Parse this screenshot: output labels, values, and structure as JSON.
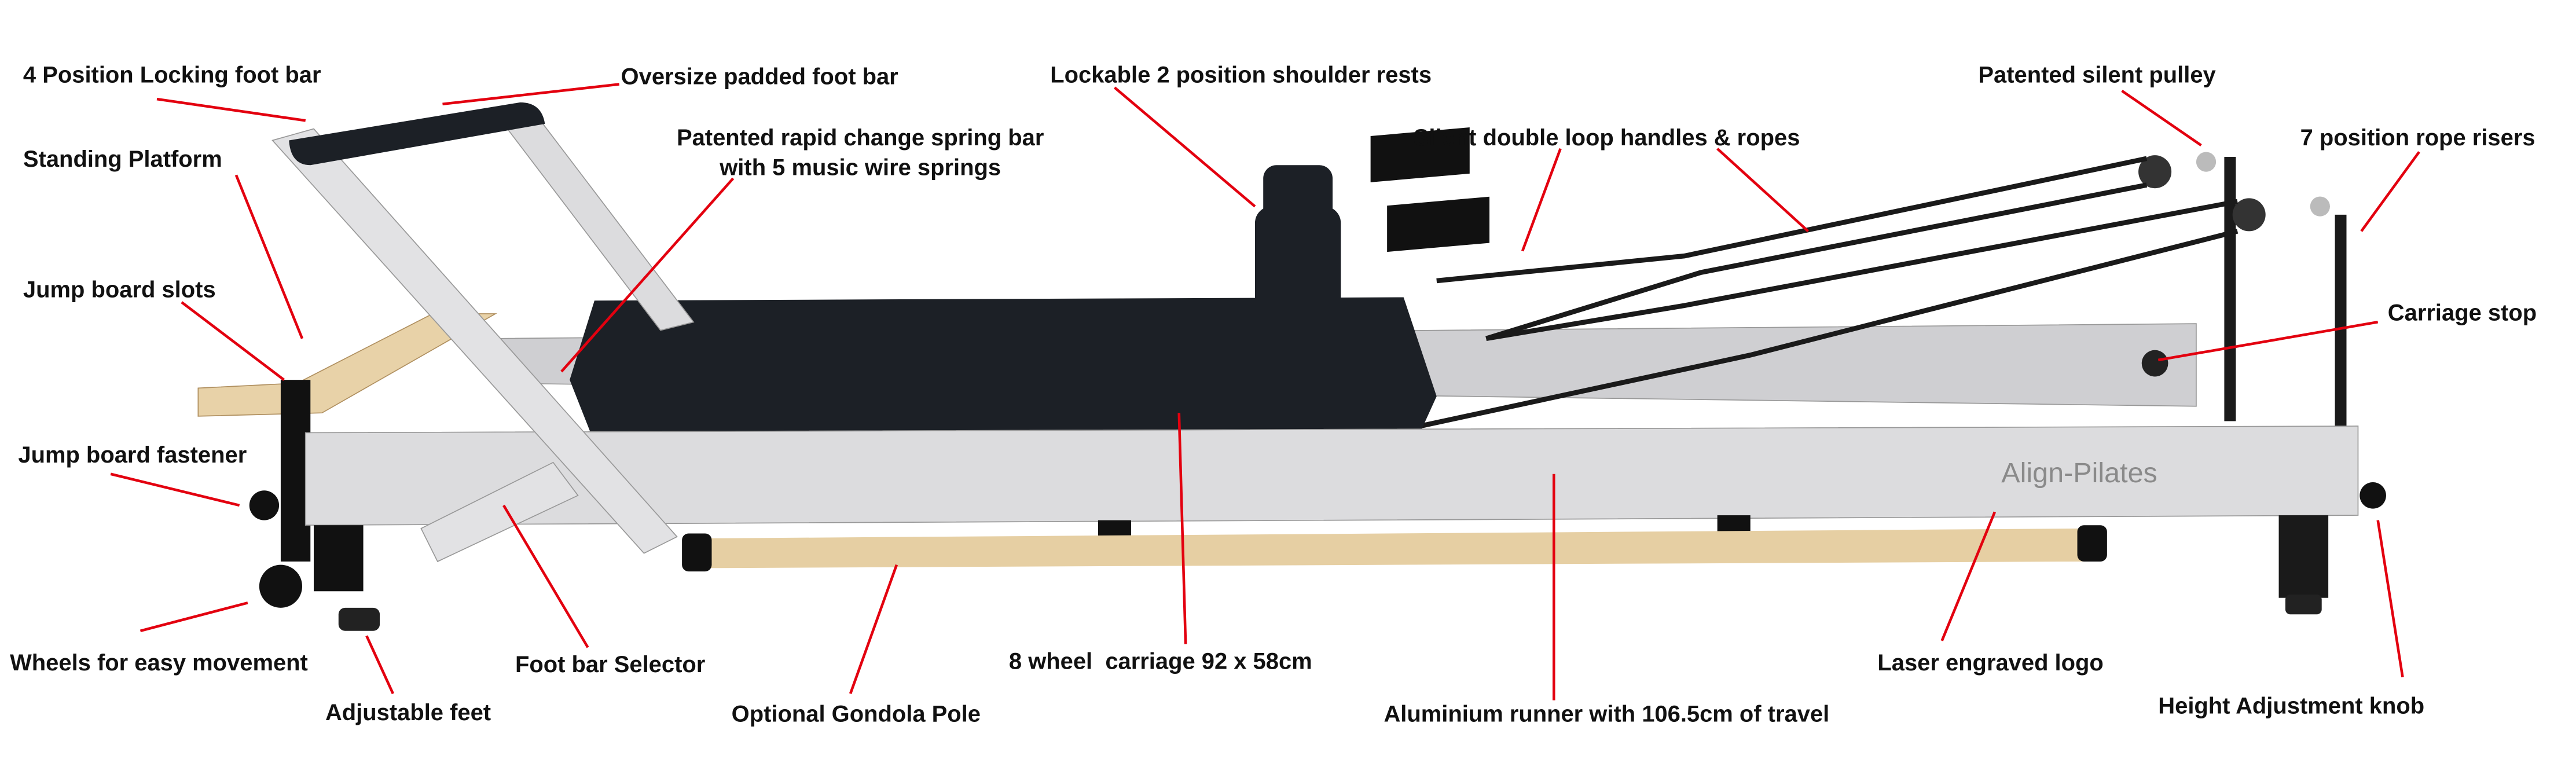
{
  "diagram": {
    "labels": {
      "foot_bar_locking": "4 Position Locking foot bar",
      "padded_foot_bar": "Oversize padded foot bar",
      "shoulder_rests": "Lockable 2 position shoulder rests",
      "spring_bar_line1": "Patented rapid change spring bar",
      "spring_bar_line2": "with 5 music wire springs",
      "standing_platform": "Standing Platform",
      "jump_board_slots": "Jump board slots",
      "jump_board_fastener": "Jump board fastener",
      "wheels": "Wheels for easy movement",
      "adjustable_feet": "Adjustable feet",
      "foot_bar_selector": "Foot bar Selector",
      "gondola_pole": "Optional Gondola Pole",
      "carriage": "8 wheel  carriage 92 x 58cm",
      "runner": "Aluminium runner with 106.5cm of travel",
      "laser_logo": "Laser engraved logo",
      "height_knob": "Height Adjustment knob",
      "handles_ropes": "Silent double loop handles & ropes",
      "silent_pulley": "Patented silent pulley",
      "rope_risers": "7 position rope risers",
      "carriage_stop": "Carriage stop"
    },
    "brand_logo": "Align-Pilates",
    "colors": {
      "pointer": "#e3000f",
      "frame": "#d9d9db",
      "upholstery": "#1c2026",
      "wood": "#e8d2a8"
    }
  }
}
